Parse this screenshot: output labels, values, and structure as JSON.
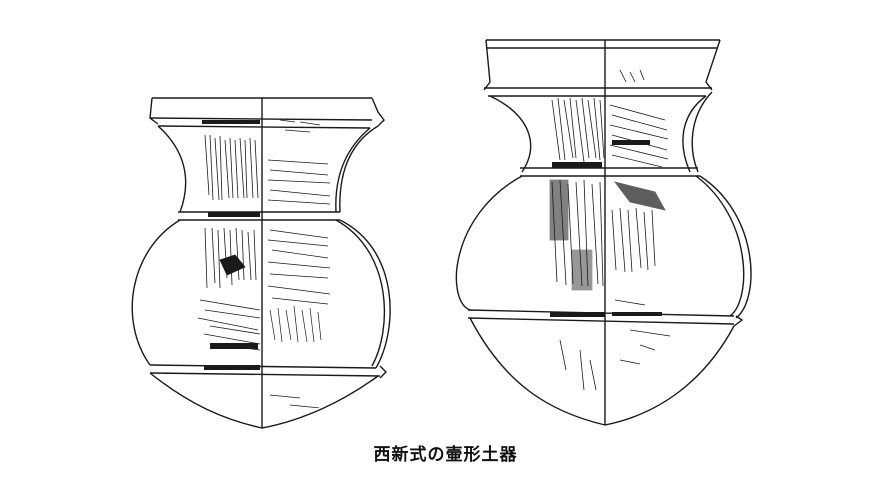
{
  "caption": "西新式の壷形土器",
  "colors": {
    "ink": "#1a1a1a",
    "paper": "#ffffff"
  },
  "figures": [
    {
      "name": "left-jar"
    },
    {
      "name": "right-jar"
    }
  ]
}
